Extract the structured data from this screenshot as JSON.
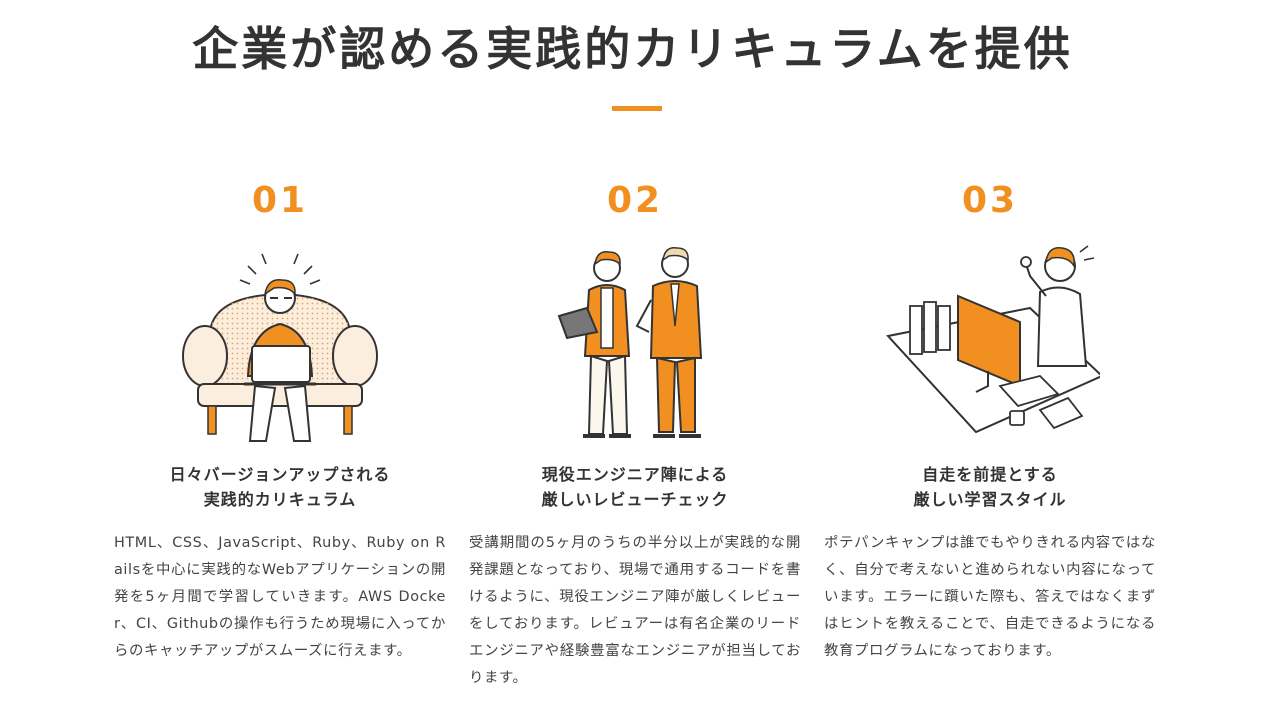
{
  "section": {
    "title": "企業が認める実践的カリキュラムを提供",
    "accent_color": "#f18f21"
  },
  "features": [
    {
      "number": "01",
      "illustration": "person-with-laptop-on-sofa",
      "heading_line1": "日々バージョンアップされる",
      "heading_line2": "実践的カリキュラム",
      "description": "HTML、CSS、JavaScript、Ruby、Ruby on Railsを中心に実践的なWebアプリケーションの開発を5ヶ月間で学習していきます。AWS Docker、CI、Githubの操作も行うため現場に入ってからのキャッチアップがスムーズに行えます。"
    },
    {
      "number": "02",
      "illustration": "two-engineers-reviewing",
      "heading_line1": "現役エンジニア陣による",
      "heading_line2": "厳しいレビューチェック",
      "description": "受講期間の5ヶ月のうちの半分以上が実践的な開発課題となっており、現場で通用するコードを書けるように、現役エンジニア陣が厳しくレビューをしております。レビュアーは有名企業のリードエンジニアや経験豊富なエンジニアが担当しております。"
    },
    {
      "number": "03",
      "illustration": "person-at-desk-computer",
      "heading_line1": "自走を前提とする",
      "heading_line2": "厳しい学習スタイル",
      "description": "ポテパンキャンプは誰でもやりきれる内容ではなく、自分で考えないと進められない内容になっています。エラーに躓いた際も、答えではなくまずはヒントを教えることで、自走できるようになる教育プログラムになっております。"
    }
  ]
}
